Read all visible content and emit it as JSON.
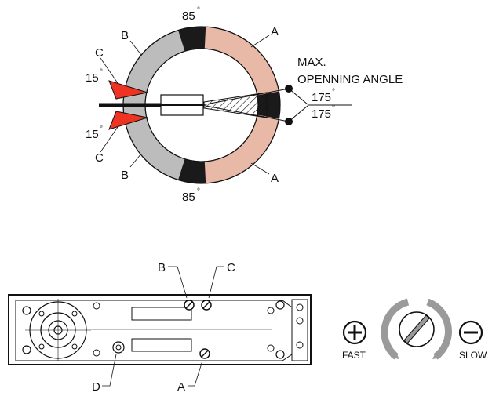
{
  "diagram": {
    "zone_labels": {
      "a_top": "A",
      "a_bottom": "A",
      "b_top": "B",
      "b_bottom": "B",
      "c_top": "C",
      "c_bottom": "C"
    },
    "angles": {
      "top": "85",
      "bottom": "85",
      "left_upper": "15",
      "left_lower": "15",
      "right_upper": "175",
      "right_lower": "175",
      "degree_symbol": "°"
    },
    "max_angle_label_line1": "MAX.",
    "max_angle_label_line2": "OPENNING ANGLE",
    "valve_labels": {
      "b": "B",
      "c": "C",
      "d": "D",
      "a": "A"
    },
    "speed": {
      "fast": "FAST",
      "slow": "SLOW",
      "plus_icon": "plus-circle-icon",
      "minus_icon": "minus-circle-icon"
    },
    "colors": {
      "zone_a": "#e8b9a6",
      "zone_b": "#bcbcbc",
      "zone_c": "#ee3322",
      "band": "#1a1a1a",
      "arrow_gray": "#9a9a9a"
    }
  }
}
